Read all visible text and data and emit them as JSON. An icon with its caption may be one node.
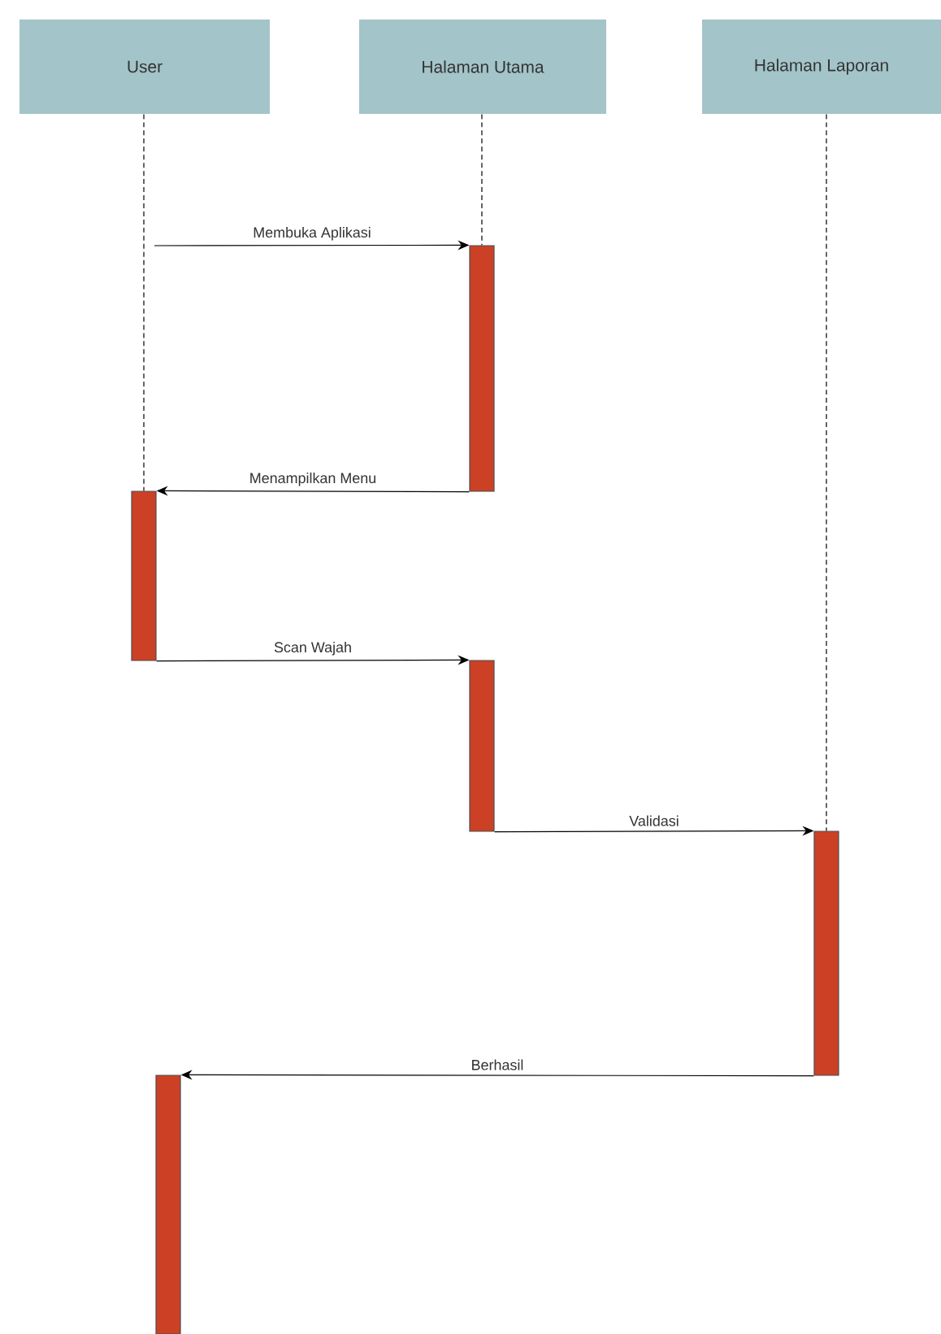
{
  "diagram": {
    "nodes": [
      {
        "text": [
          "User"
        ]
      },
      {
        "text": [
          "Halaman Utama"
        ]
      },
      {
        "text": [
          "Halaman Laporan"
        ]
      },
      {
        "text": [],
        "shape": "bar"
      },
      {
        "text": [],
        "shape": "bar"
      },
      {
        "text": [],
        "shape": "bar"
      },
      {
        "text": [],
        "shape": "bar"
      },
      {
        "text": [],
        "shape": "bar"
      }
    ],
    "edges": [
      {
        "from": 0,
        "to": 4,
        "arrow": "none",
        "style": "dashed"
      },
      {
        "from": 1,
        "to": 3,
        "arrow": "none",
        "style": "dashed"
      },
      {
        "from": 2,
        "to": 6,
        "arrow": "none",
        "style": "dashed"
      },
      {
        "from": null,
        "to": 3,
        "arrow": "to",
        "label": "Membuka Aplikasi"
      },
      {
        "from": 3,
        "to": 4,
        "arrow": "to",
        "label": "Menampilkan Menu"
      },
      {
        "from": 4,
        "to": 5,
        "arrow": "to",
        "label": "Scan Wajah"
      },
      {
        "from": 5,
        "to": 6,
        "arrow": "to",
        "label": "Validasi"
      },
      {
        "from": 6,
        "to": 7,
        "arrow": "to",
        "label": "Berhasil"
      }
    ]
  }
}
